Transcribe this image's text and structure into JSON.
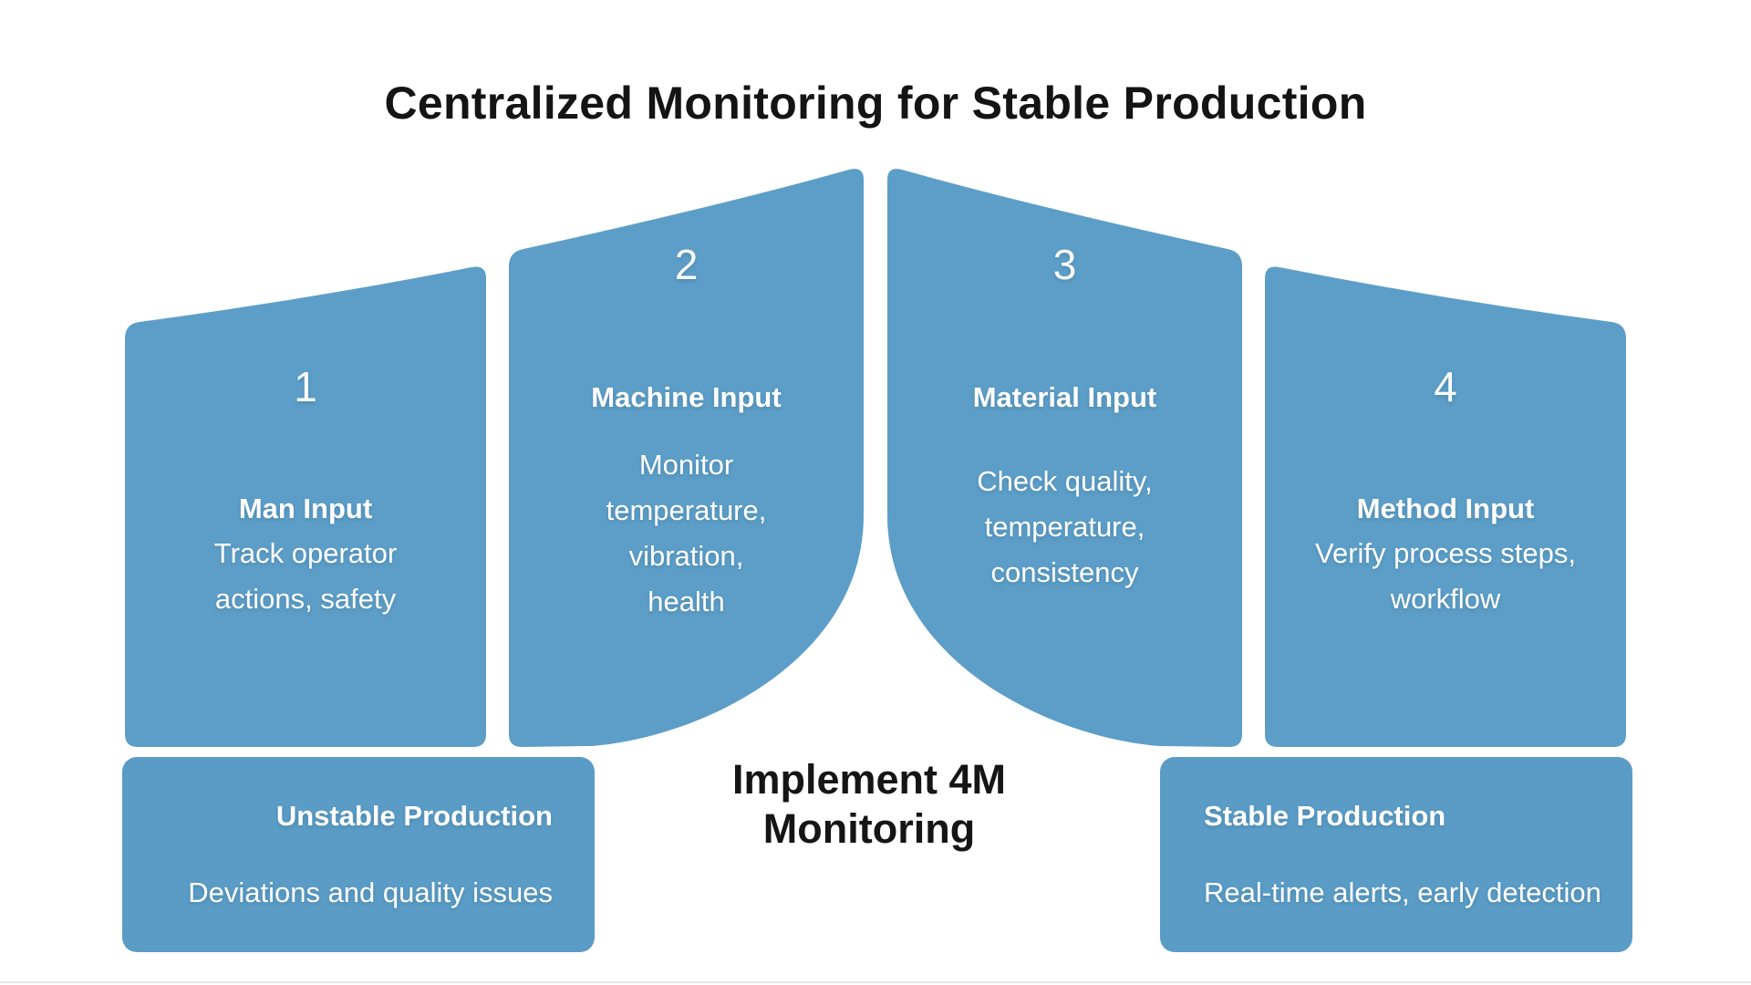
{
  "title": "Centralized Monitoring for Stable Production",
  "colors": {
    "panel_blue": "#5C9EC8",
    "box_blue": "#5A9CC6",
    "heading_text": "#141414",
    "panel_text": "#ffffff"
  },
  "panels": [
    {
      "number": "1",
      "title": "Man Input",
      "body": "Track operator\nactions, safety"
    },
    {
      "number": "2",
      "title": "Machine Input",
      "body": "Monitor\ntemperature,\nvibration,\nhealth"
    },
    {
      "number": "3",
      "title": "Material Input",
      "body": "Check quality,\ntemperature,\nconsistency"
    },
    {
      "number": "4",
      "title": "Method Input",
      "body": "Verify process steps,\nworkflow"
    }
  ],
  "center_label": "Implement 4M\nMonitoring",
  "outcome_boxes": [
    {
      "title": "Unstable Production",
      "body": "Deviations and quality issues"
    },
    {
      "title": "Stable Production",
      "body": "Real-time alerts, early detection"
    }
  ]
}
